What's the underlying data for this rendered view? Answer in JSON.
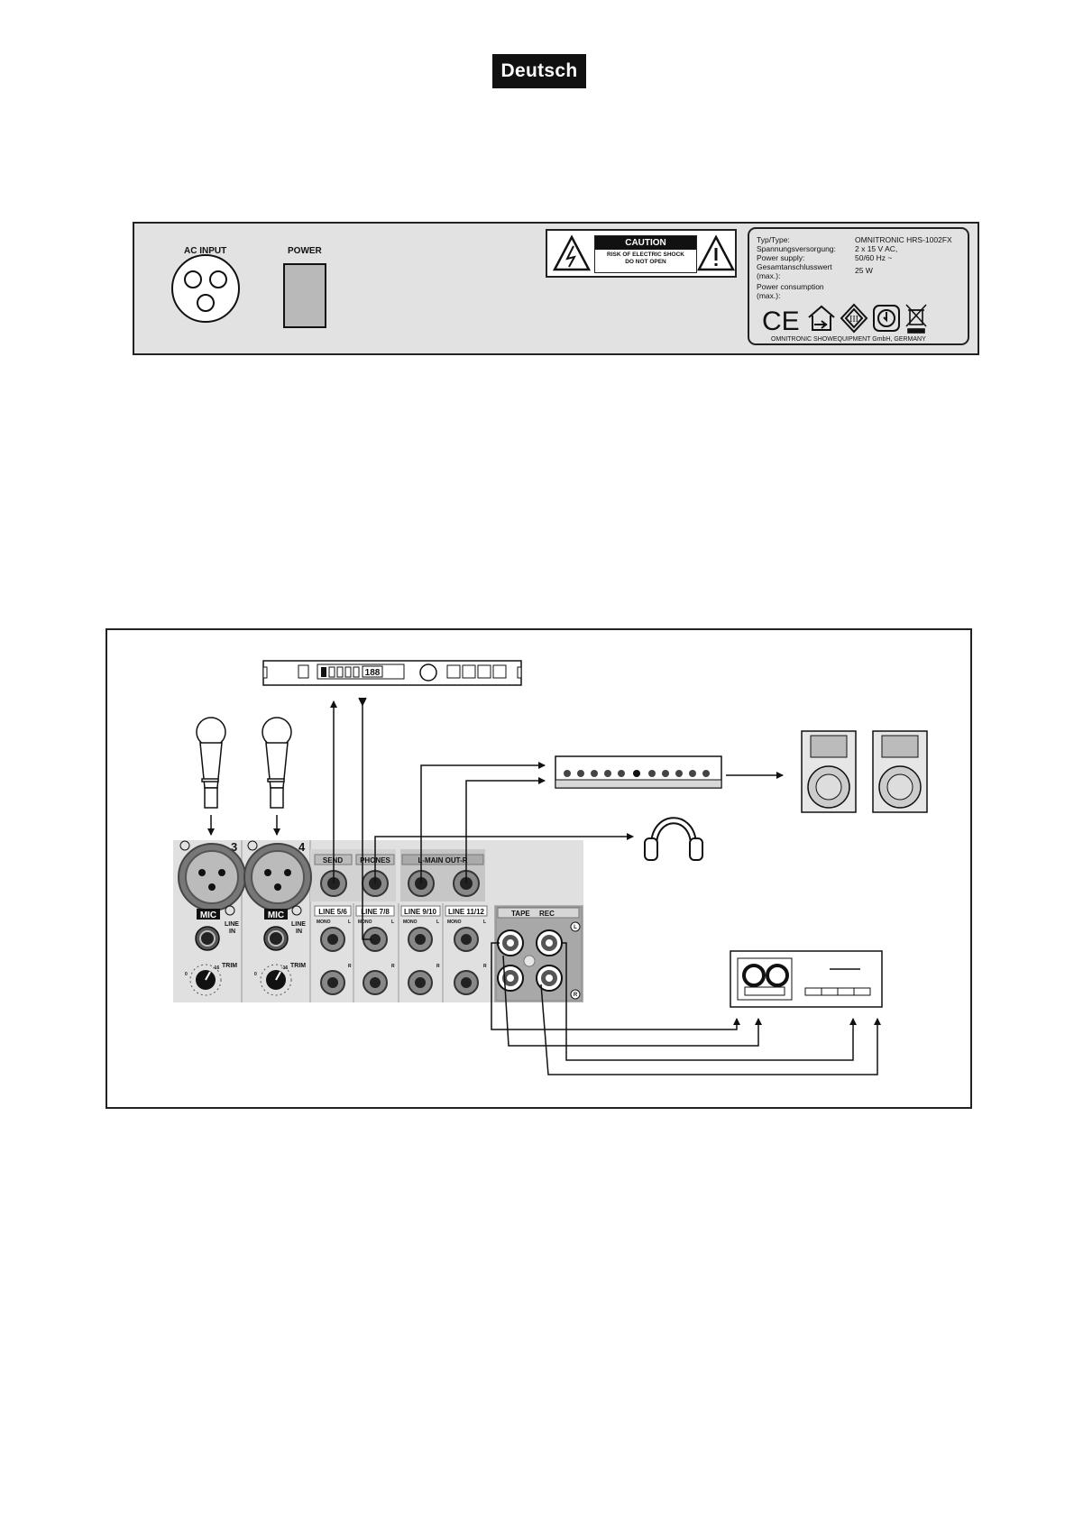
{
  "header": {
    "language": "Deutsch"
  },
  "rear_panel": {
    "ac_input_label": "AC INPUT",
    "power_label": "POWER",
    "caution": {
      "title": "CAUTION",
      "line1": "RISK OF ELECTRIC SHOCK",
      "line2": "DO NOT OPEN"
    },
    "type_plate": {
      "rows": [
        {
          "label": "Typ/Type:",
          "value": "OMNITRONIC HRS-1002FX"
        },
        {
          "label": "Spannungsversorgung:",
          "value": "2 x 15 V AC,"
        },
        {
          "label": "Power supply:",
          "value": "50/60 Hz ~"
        },
        {
          "label": "Gesamtanschlusswert",
          "value": "25 W"
        },
        {
          "label": "(max.):",
          "value": ""
        },
        {
          "label": "Power consumption",
          "value": ""
        },
        {
          "label": "(max.):",
          "value": ""
        }
      ],
      "ce_mark": "CE",
      "class_mark": "III",
      "manufacturer": "OMNITRONIC SHOWEQUIPMENT GmbH, GERMANY"
    }
  },
  "mixer": {
    "channel_3_number": "3",
    "channel_4_number": "4",
    "mic_label": "MIC",
    "line_in_label_1": "LINE",
    "line_in_label_2": "IN",
    "trim_label": "TRIM",
    "trim_min": "0",
    "trim_max": "-16",
    "send_label": "SEND",
    "phones_label": "PHONES",
    "main_out_label": "L-MAIN OUT-R",
    "line_5_6": "LINE 5/6",
    "line_7_8": "LINE 7/8",
    "line_9_10": "LINE 9/10",
    "line_11_12": "LINE 11/12",
    "mono_label": "MONO",
    "l_label": "L",
    "r_label": "R",
    "tape_label": "TAPE",
    "rec_label": "REC",
    "side_l": "L",
    "side_r": "R"
  },
  "effect_unit": {
    "display": "188"
  }
}
